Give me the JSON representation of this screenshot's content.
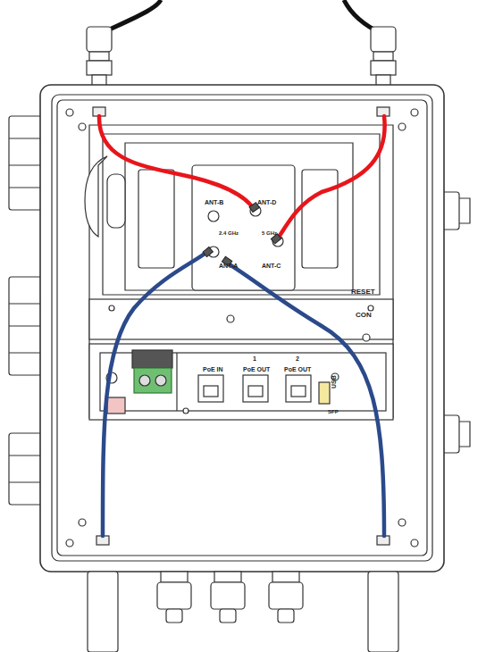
{
  "diagram": {
    "labels": [
      "ANT-B",
      "ANT-D",
      "2.4 GHz",
      "5 GHz",
      "ANT-A",
      "ANT-C",
      "RESET",
      "CON",
      "PoE IN",
      "1",
      "PoE OUT",
      "2",
      "PoE OUT",
      "USB",
      "SFP"
    ]
  }
}
